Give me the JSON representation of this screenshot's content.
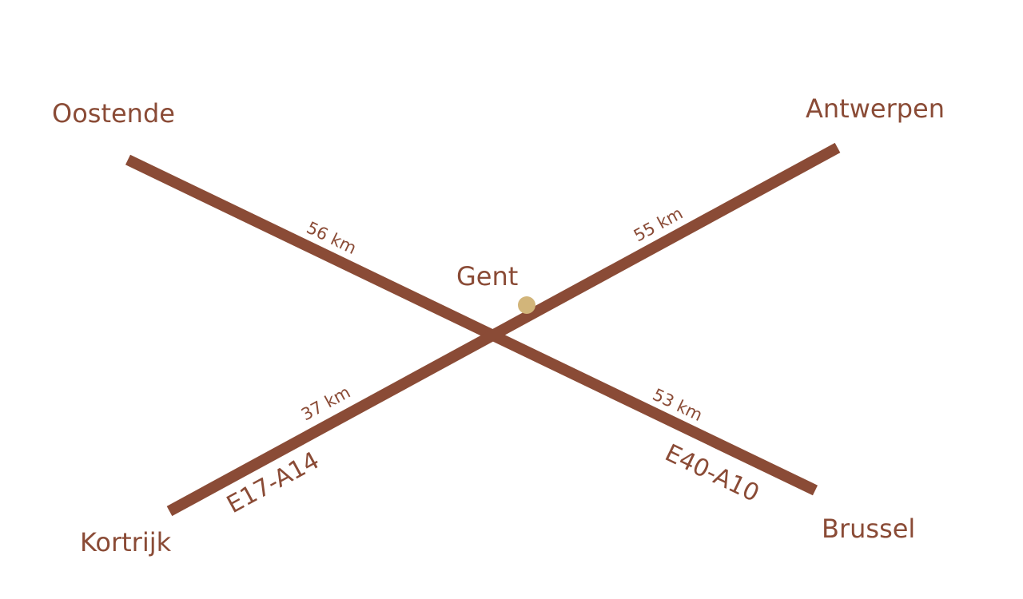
{
  "colors": {
    "road": "#8a4b36",
    "text": "#8a4b36",
    "marker": "#d2b57a",
    "background": "#ffffff"
  },
  "cities": {
    "oostende": "Oostende",
    "antwerpen": "Antwerpen",
    "gent": "Gent",
    "kortrijk": "Kortrijk",
    "brussel": "Brussel"
  },
  "distances": {
    "oostende": "56 km",
    "antwerpen": "55 km",
    "kortrijk": "37 km",
    "brussel": "53 km"
  },
  "routes": {
    "kortrijk_antwerpen": "E17-A14",
    "oostende_brussel": "E40-A10"
  }
}
